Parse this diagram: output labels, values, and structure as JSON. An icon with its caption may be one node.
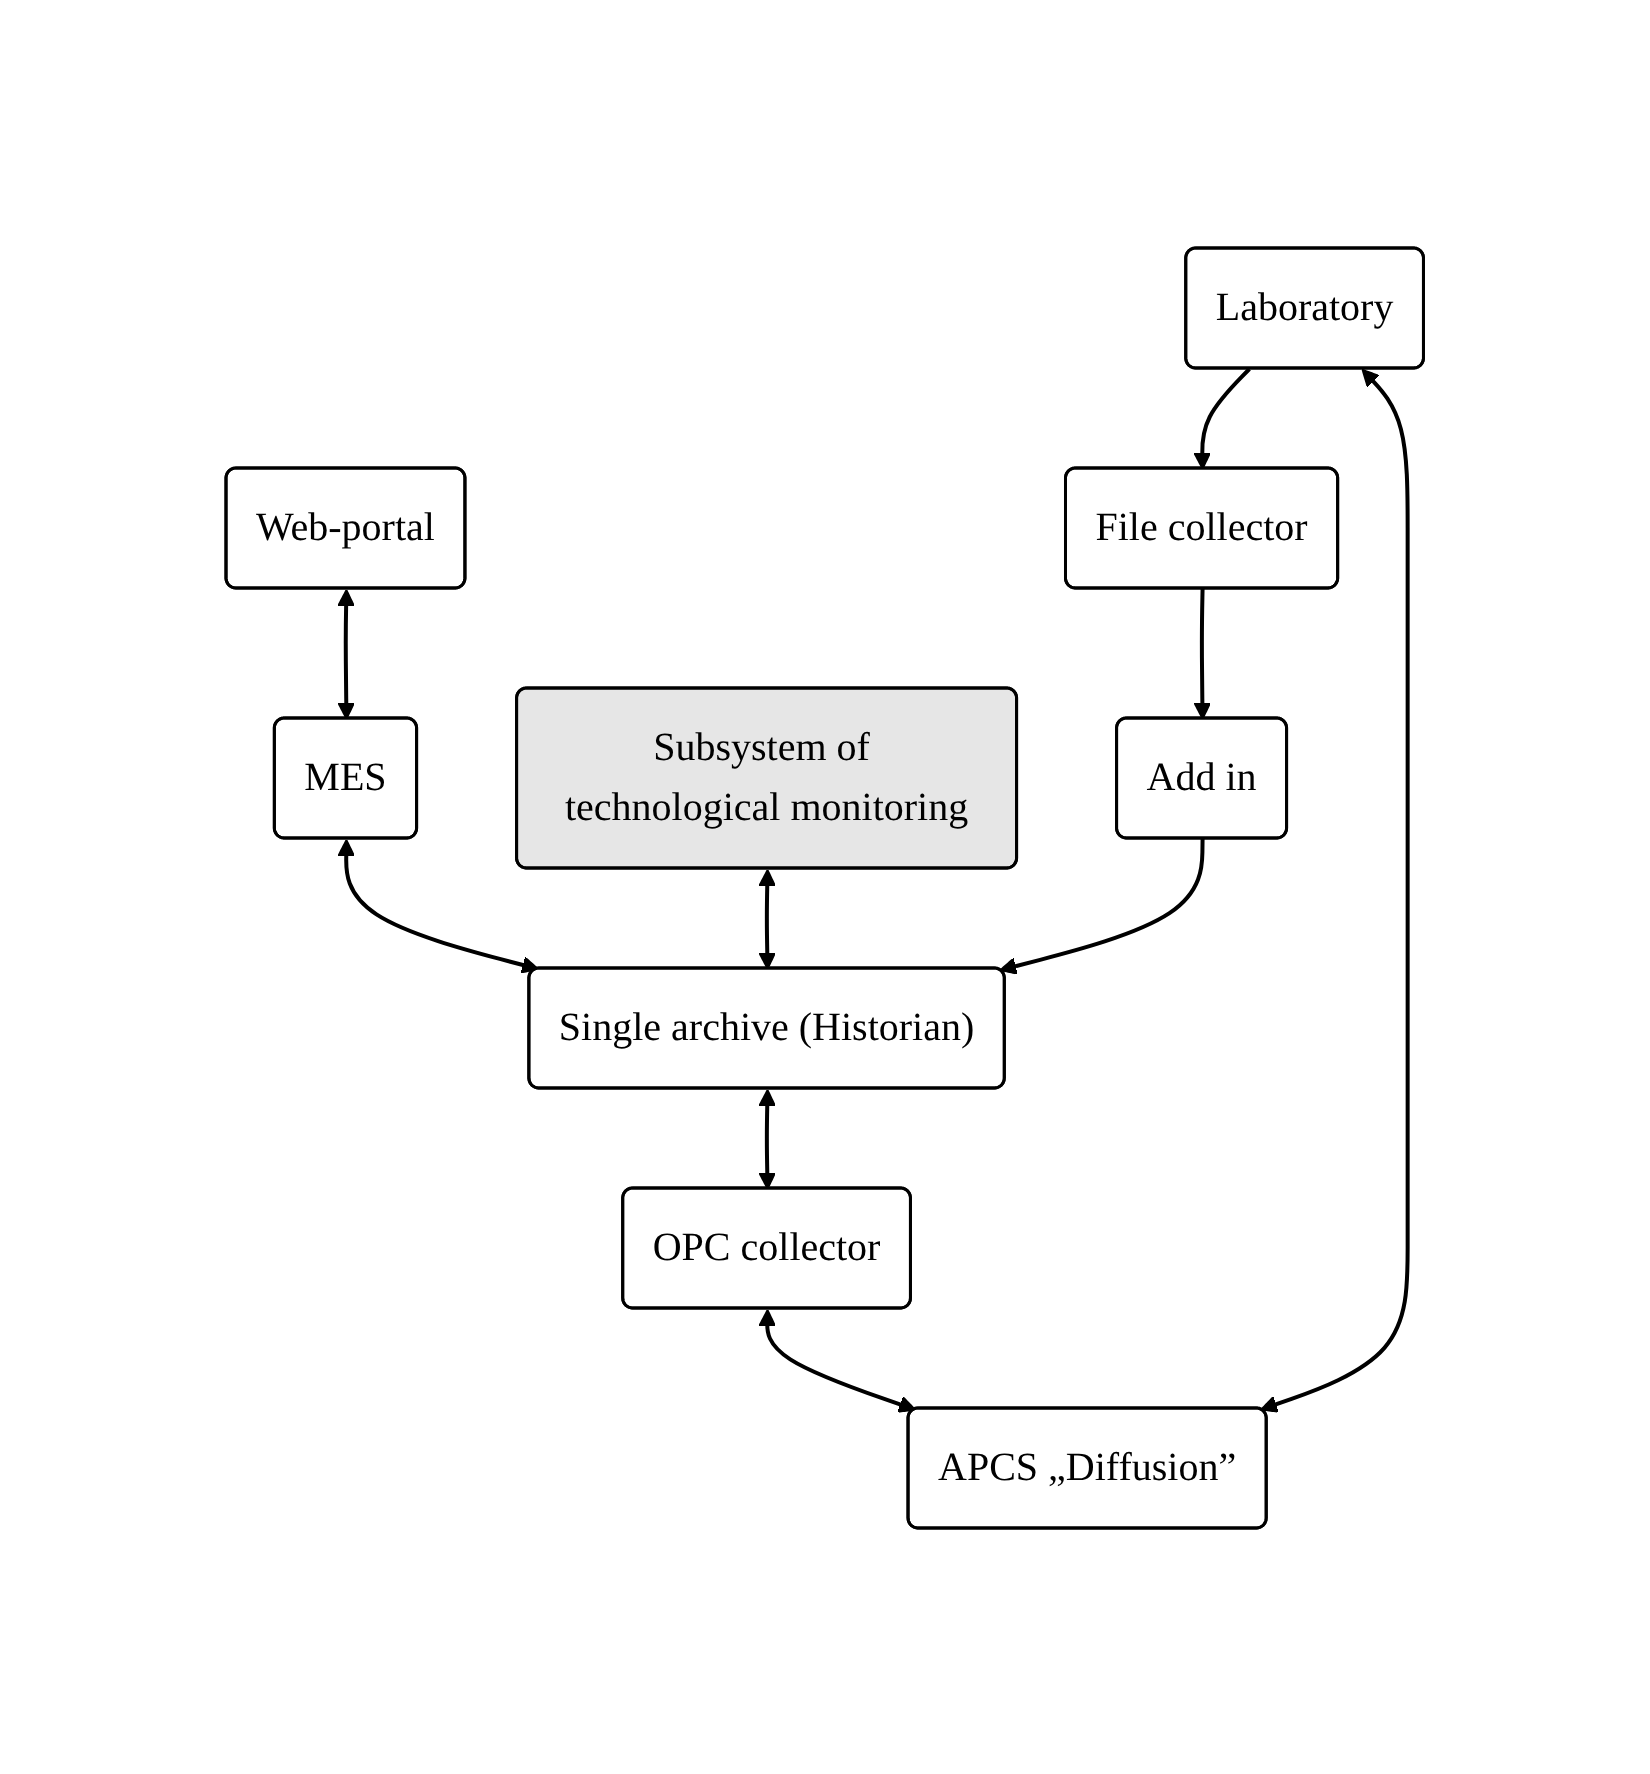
{
  "diagram": {
    "nodes": [
      {
        "text": [
          "Web-portal"
        ]
      },
      {
        "text": [
          "MES"
        ]
      },
      {
        "text": [
          "Subsystem of technological monitoring"
        ]
      },
      {
        "text": [
          "Single archive (Historian)"
        ]
      },
      {
        "text": [
          "Add in"
        ]
      },
      {
        "text": [
          "File collector"
        ]
      },
      {
        "text": [
          "OPC collector"
        ]
      },
      {
        "text": [
          "Laboratory"
        ]
      },
      {
        "text": [
          "APCS „Diffusion”"
        ]
      }
    ],
    "edges": [
      {
        "from": 0,
        "to": 1,
        "arrow": "both"
      },
      {
        "from": 1,
        "to": 3,
        "arrow": "both"
      },
      {
        "from": 2,
        "to": 3,
        "arrow": "both"
      },
      {
        "from": 4,
        "to": 3,
        "arrow": "to"
      },
      {
        "from": 5,
        "to": 4,
        "arrow": "to"
      },
      {
        "from": 3,
        "to": 6,
        "arrow": "both"
      },
      {
        "from": 7,
        "to": 5,
        "arrow": "to"
      },
      {
        "from": 6,
        "to": 8,
        "arrow": "both"
      },
      {
        "from": 7,
        "to": 8,
        "arrow": "both"
      }
    ]
  }
}
